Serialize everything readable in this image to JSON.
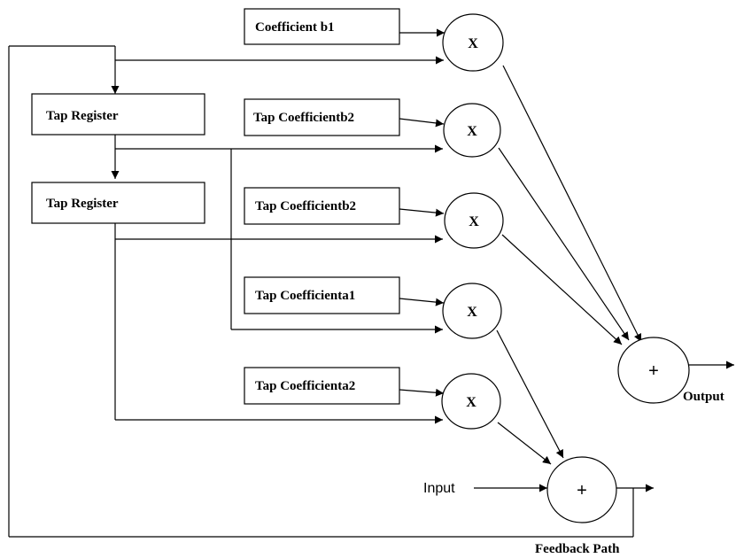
{
  "diagram": {
    "coefficients": {
      "b1": "Coefficient b1",
      "b2_first": "Tap Coefficientb2",
      "b2_second": "Tap Coefficientb2",
      "a1": "Tap Coefficienta1",
      "a2": "Tap Coefficienta2"
    },
    "registers": {
      "first": "Tap Register",
      "second": "Tap Register"
    },
    "operators": {
      "multiply": "X",
      "add": "+"
    },
    "io": {
      "input": "Input",
      "output": "Output",
      "feedback": "Feedback Path"
    }
  }
}
